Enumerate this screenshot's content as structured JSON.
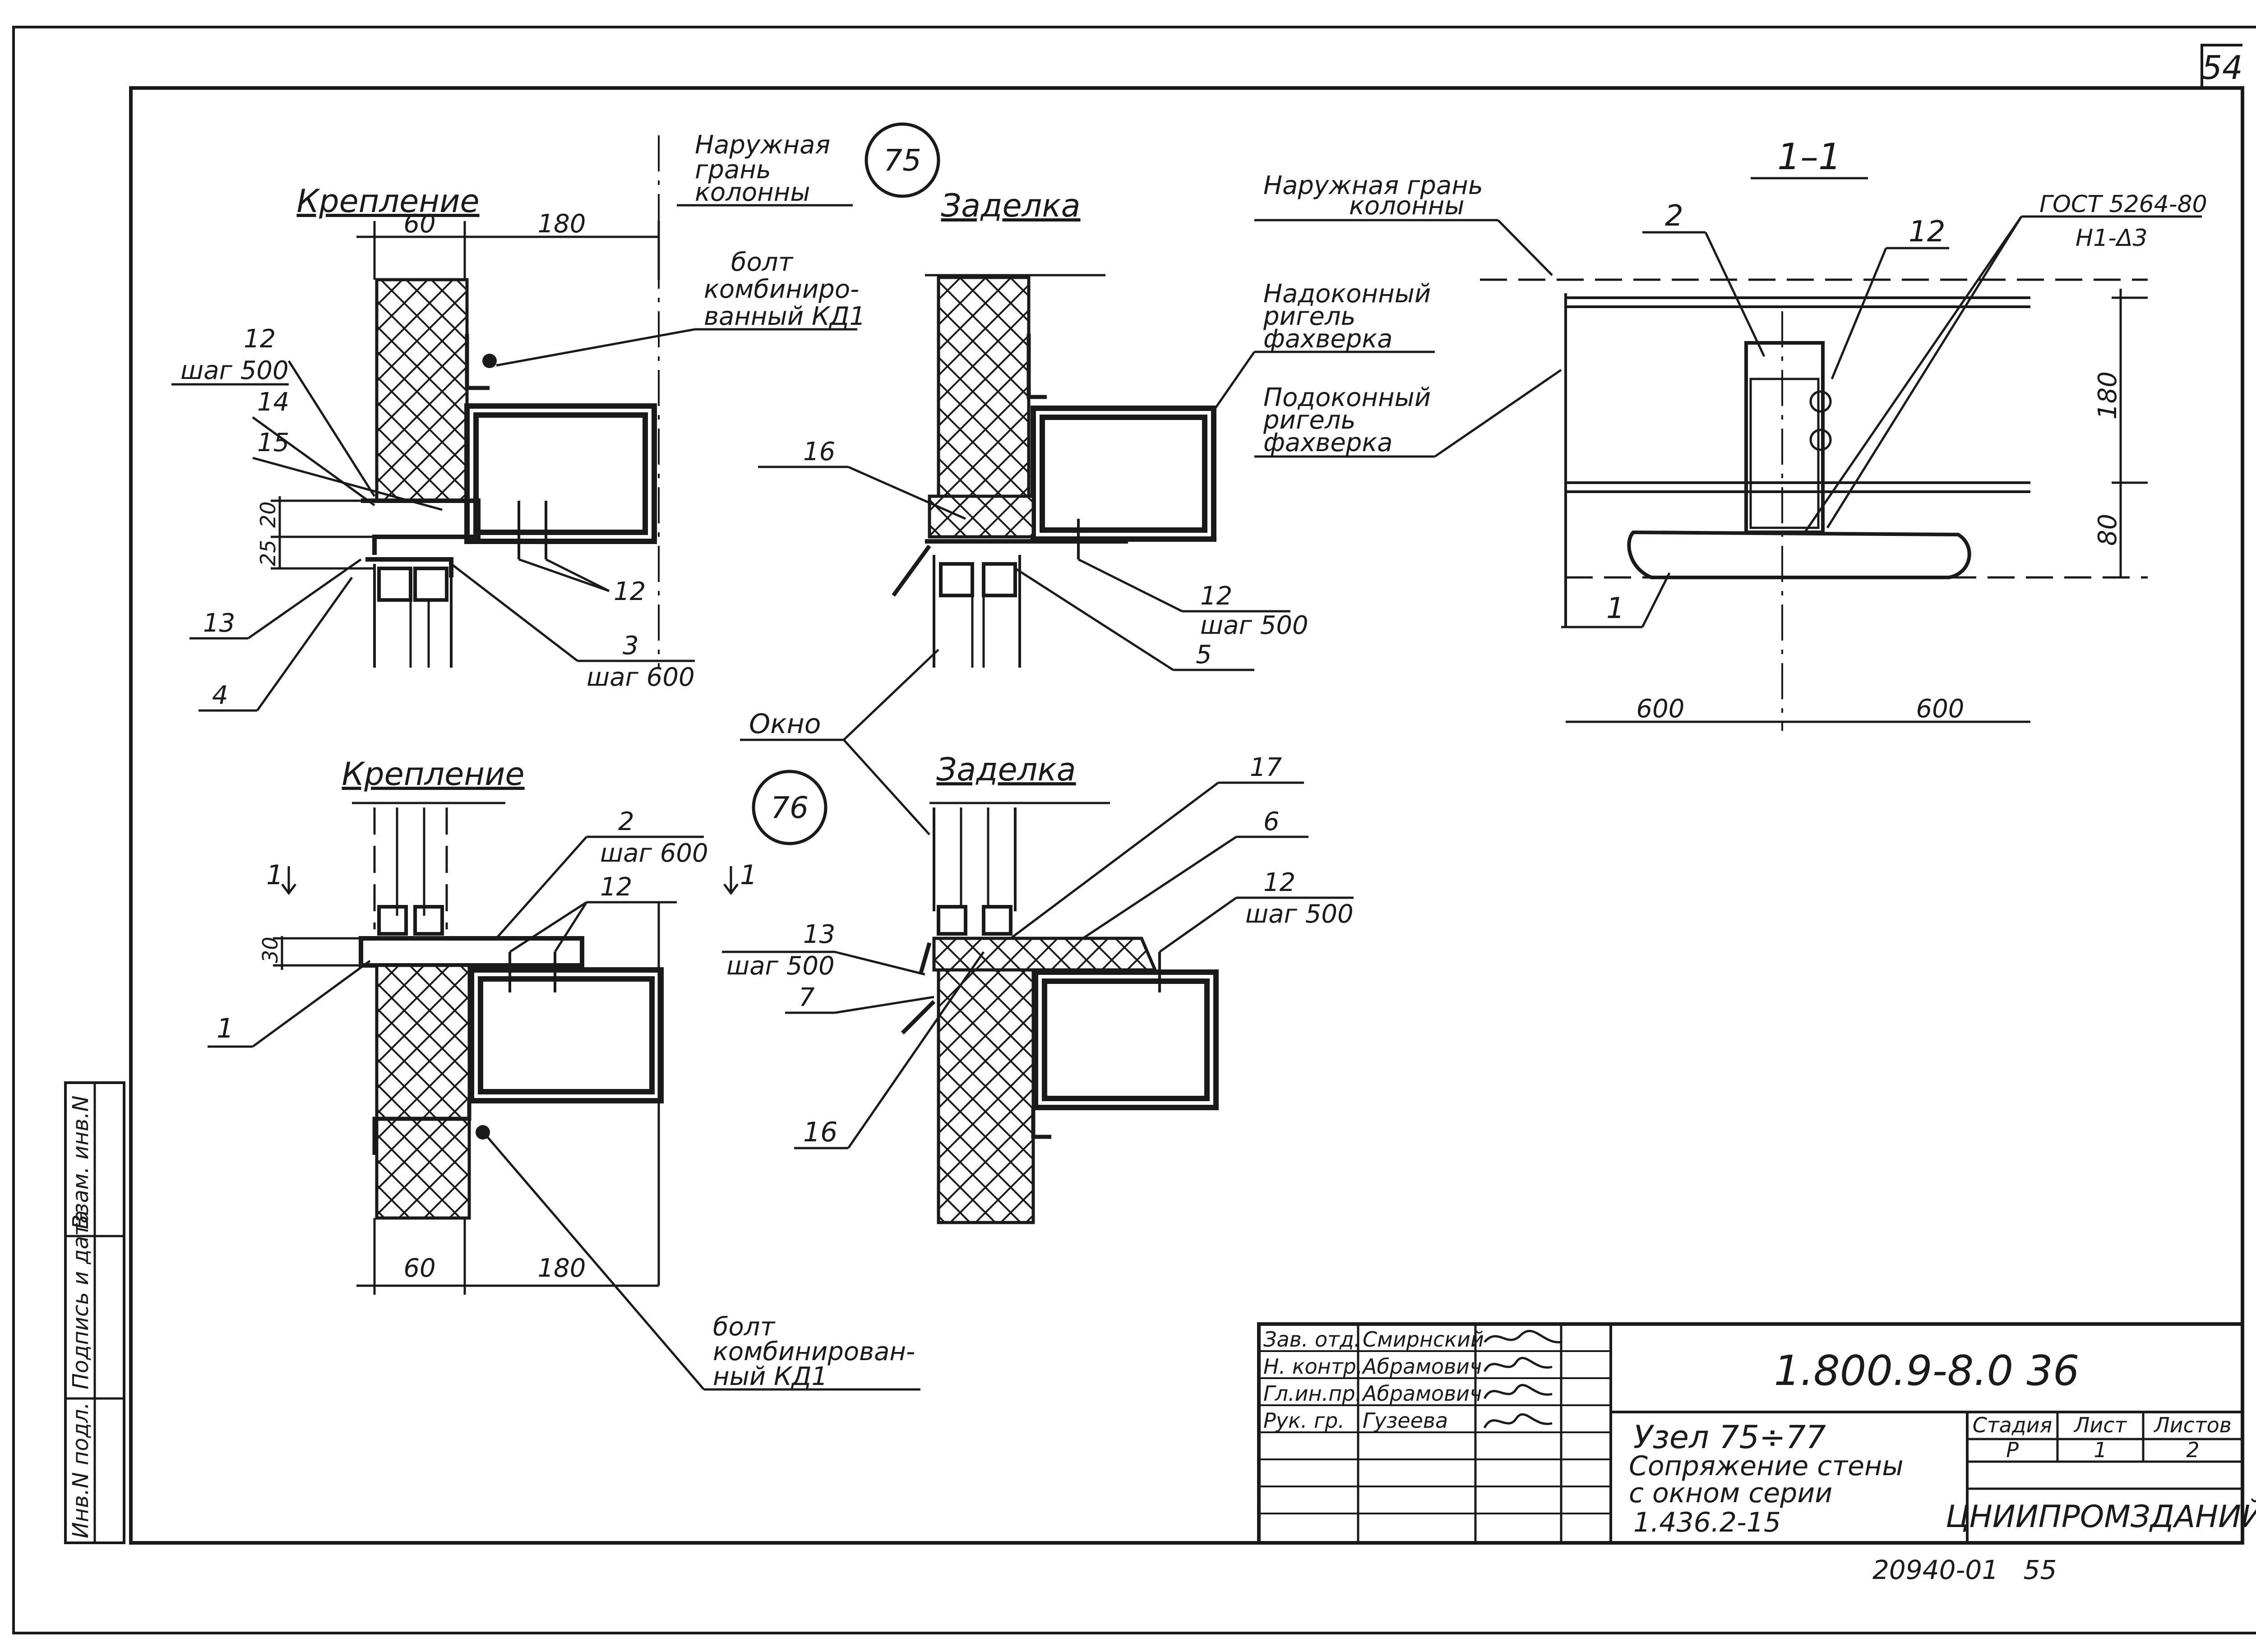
{
  "sheet": {
    "page_number": "54",
    "footer_code": "20940-01   55"
  },
  "node75": {
    "bubble": "75",
    "outer_face_label": [
      "Наружная",
      "грань",
      "колонны"
    ],
    "fastening": {
      "title": "Крепление",
      "dim_60": "60",
      "dim_180": "180",
      "bolt_label": [
        "болт",
        "комбиниро-",
        "ванный КД1"
      ],
      "callout_12_pitch": "12",
      "pitch_500": "шаг 500",
      "callout_14": "14",
      "callout_15": "15",
      "dim_20": "20",
      "dim_25": "25",
      "callout_13": "13",
      "callout_4": "4",
      "callout_12": "12",
      "callout_3": "3",
      "pitch_600": "шаг 600"
    },
    "sealing": {
      "title": "Заделка",
      "head_rail": [
        "Надоконный",
        "ригель",
        "фахверка"
      ],
      "callout_16": "16",
      "callout_12": "12",
      "pitch_500": "шаг 500",
      "callout_5": "5"
    }
  },
  "window_label": "Окно",
  "node76": {
    "bubble": "76",
    "fastening": {
      "title": "Крепление",
      "section_mark_left": "1",
      "section_mark_right": "1",
      "callout_2": "2",
      "pitch_600": "шаг 600",
      "callout_12": "12",
      "dim_30": "30",
      "callout_1": "1",
      "dim_60": "60",
      "dim_180": "180",
      "bolt_label": [
        "болт",
        "комбинирован-",
        "ный КД1"
      ]
    },
    "sealing": {
      "title": "Заделка",
      "callout_17": "17",
      "callout_6": "6",
      "callout_12": "12",
      "pitch_500_right": "шаг 500",
      "callout_13": "13",
      "pitch_500_left": "шаг 500",
      "callout_7": "7",
      "callout_16": "16"
    }
  },
  "section_1_1": {
    "title": "1–1",
    "outer_face_label": [
      "Наружная грань",
      "колонны"
    ],
    "callout_2": "2",
    "callout_12": "12",
    "gost": "ГОСТ 5264-80",
    "weld": "Н1-Δ3",
    "sill_rail": [
      "Подоконный",
      "ригель",
      "фахверка"
    ],
    "dim_180": "180",
    "dim_80": "80",
    "callout_1": "1",
    "dim_600_left": "600",
    "dim_600_right": "600"
  },
  "side_stamp": {
    "cells": [
      "Инв.N подл.",
      "Подпись и дата",
      "Взам. инв.N"
    ]
  },
  "title_block": {
    "rows": [
      {
        "role": "Зав. отд.",
        "name": "Смирнский"
      },
      {
        "role": "Н. контр.",
        "name": "Абрамович"
      },
      {
        "role": "Гл.ин.пр.",
        "name": "Абрамович"
      },
      {
        "role": "Рук. гр.",
        "name": "Гузеева"
      }
    ],
    "document_code": "1.800.9-8.0 36",
    "description_lines": [
      "Узел 75÷77",
      "Сопряжение стены",
      "с окном серии",
      "1.436.2-15"
    ],
    "headers": [
      "Стадия",
      "Лист",
      "Листов"
    ],
    "values": [
      "Р",
      "1",
      "2"
    ],
    "organization": "ЦНИИПРОМЗДАНИЙ"
  }
}
